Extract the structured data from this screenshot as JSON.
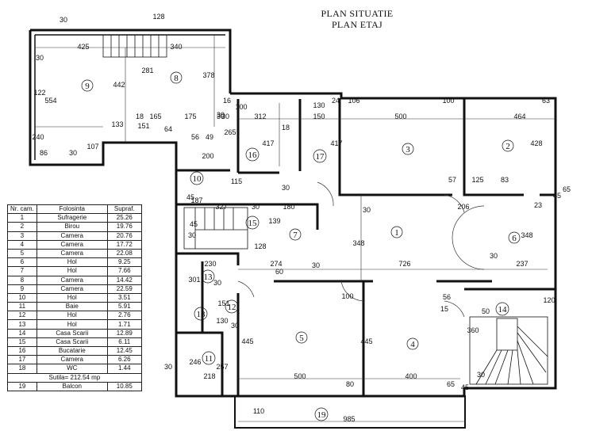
{
  "title_lines": [
    "PLAN SITUATIE",
    "PLAN ETAJ"
  ],
  "table": {
    "headers": [
      "Nr. cam.",
      "Folosinta",
      "Supraf."
    ],
    "rows": [
      [
        "1",
        "Sufragerie",
        "25.26"
      ],
      [
        "2",
        "Birou",
        "19.76"
      ],
      [
        "3",
        "Camera",
        "20.76"
      ],
      [
        "4",
        "Camera",
        "17.72"
      ],
      [
        "5",
        "Camera",
        "22.08"
      ],
      [
        "6",
        "Hol",
        "9.25"
      ],
      [
        "7",
        "Hol",
        "7.66"
      ],
      [
        "8",
        "Camera",
        "14.42"
      ],
      [
        "9",
        "Camera",
        "22.59"
      ],
      [
        "10",
        "Hol",
        "3.51"
      ],
      [
        "11",
        "Baie",
        "5.91"
      ],
      [
        "12",
        "Hol",
        "2.76"
      ],
      [
        "13",
        "Hol",
        "1.71"
      ],
      [
        "14",
        "Casa Scarii",
        "12.89"
      ],
      [
        "15",
        "Casa Scarii",
        "6.11"
      ],
      [
        "16",
        "Bucatarie",
        "12.45"
      ],
      [
        "17",
        "Camera",
        "6.26"
      ],
      [
        "18",
        "WC",
        "1.44"
      ]
    ],
    "total": "Sutila= 212.54 mp",
    "balcony": [
      "19",
      "Balcon",
      "10.85"
    ]
  },
  "room_numbers": [
    "1",
    "2",
    "3",
    "4",
    "5",
    "6",
    "7",
    "8",
    "9",
    "10",
    "11",
    "12",
    "13",
    "14",
    "15",
    "16",
    "17",
    "18",
    "19"
  ],
  "dimensions": [
    "128",
    "30",
    "425",
    "340",
    "30",
    "442",
    "281",
    "378",
    "122",
    "554",
    "133",
    "18",
    "165",
    "175",
    "30",
    "240",
    "86",
    "30",
    "107",
    "151",
    "64",
    "56",
    "49",
    "30",
    "100",
    "312",
    "130",
    "24",
    "106",
    "500",
    "100",
    "464",
    "63",
    "417",
    "18",
    "150",
    "417",
    "30",
    "265",
    "200",
    "16",
    "115",
    "30",
    "45",
    "327",
    "30",
    "180",
    "139",
    "45",
    "30",
    "57",
    "125",
    "83",
    "428",
    "45",
    "65",
    "206",
    "23",
    "30",
    "348",
    "726",
    "348",
    "230",
    "274",
    "60",
    "30",
    "237",
    "128",
    "30",
    "301",
    "30",
    "100",
    "56",
    "15",
    "120",
    "151",
    "130",
    "445",
    "445",
    "360",
    "246",
    "257",
    "500",
    "400",
    "218",
    "30",
    "80",
    "65",
    "45",
    "30",
    "110",
    "985",
    "187",
    "30",
    "50"
  ]
}
